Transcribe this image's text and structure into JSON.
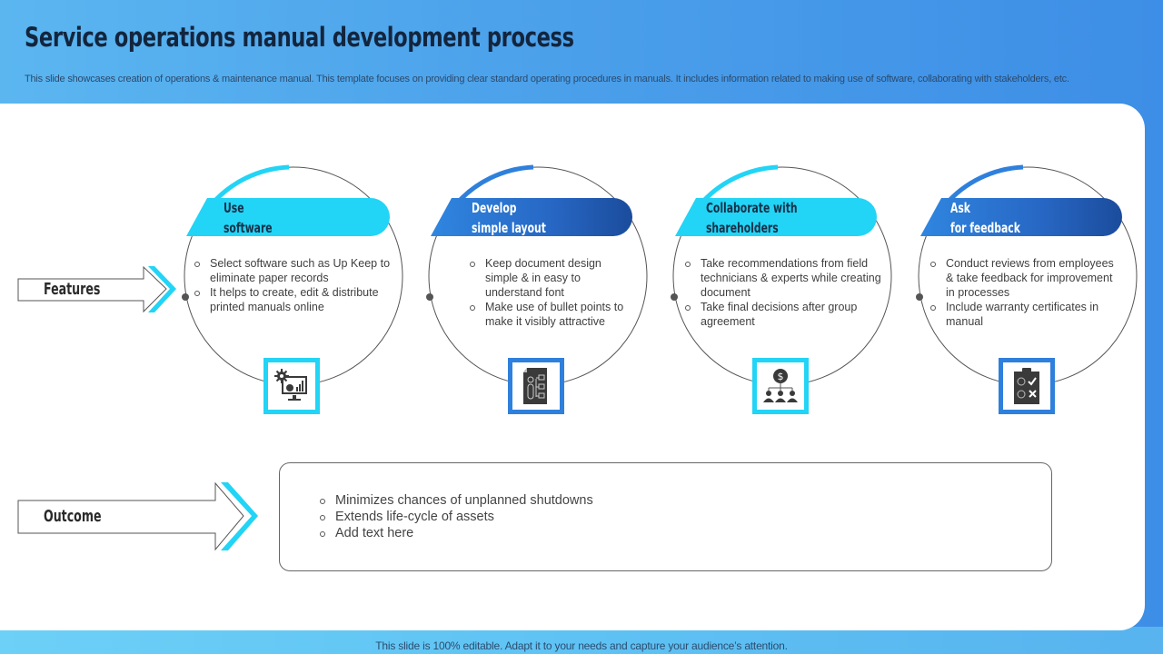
{
  "slide": {
    "title": "Service operations manual development process",
    "subtitle": "This slide showcases creation of operations & maintenance manual. This template focuses on providing clear standard operating procedures in manuals. It includes information related to making use of software, collaborating with stakeholders, etc.",
    "footer": "This slide is 100% editable. Adapt it to your needs and capture your audience’s attention."
  },
  "colors": {
    "cyan": "#22d4f5",
    "blue": "#2f80dc",
    "dark_blue": "#1c55a8",
    "title_text": "#13253d",
    "background_start": "#5bb6f0",
    "background_end": "#3d8ee6"
  },
  "rows": {
    "features_label": "Features",
    "outcome_label": "Outcome"
  },
  "steps": [
    {
      "title_line1": "Use",
      "title_line2": "software",
      "style": "cyan",
      "icon": "monitor-analytics-gear-icon",
      "bullets": [
        "Select software  such as Up Keep to eliminate  paper records",
        "It helps to create, edit & distribute printed  manuals online"
      ]
    },
    {
      "title_line1": "Develop",
      "title_line2": "simple  layout",
      "style": "blue",
      "icon": "document-flowchart-icon",
      "bullets": [
        "Keep document design simple & in easy to understand font",
        "Make use of bullet points to make it visibly attractive"
      ]
    },
    {
      "title_line1": "Collaborate  with",
      "title_line2": "shareholders",
      "style": "cyan",
      "icon": "dollar-hierarchy-people-icon",
      "bullets": [
        "Take recommendations from field technicians & experts while creating document",
        "Take final decisions after group agreement"
      ]
    },
    {
      "title_line1": "Ask",
      "title_line2": "for  feedback",
      "style": "blue",
      "icon": "clipboard-feedback-icon",
      "bullets": [
        "Conduct reviews  from employees & take feedback for improvement  in processes",
        "Include warranty certificates in manual"
      ]
    }
  ],
  "outcome": {
    "bullets": [
      "Minimizes chances of unplanned  shutdowns",
      "Extends life-cycle of assets",
      "Add text here"
    ]
  }
}
